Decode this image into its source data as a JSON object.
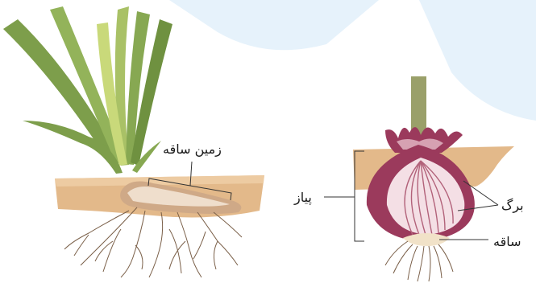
{
  "labels": {
    "rhizome": "زمین ساقه",
    "onion": "پیاز",
    "leaf": "برگ",
    "stem": "ساقه"
  },
  "colors": {
    "background_shape": "#e6f2fb",
    "soil": "#e3b98a",
    "soil_light": "#efcfa8",
    "leaf_green": "#8fae5b",
    "leaf_dark": "#5e7f35",
    "leaf_pale": "#c9d97a",
    "onion_purple": "#9b3a5c",
    "onion_inner": "#f4dfe5",
    "onion_lines": "#b2627a",
    "stem_green": "#9aa06a",
    "root": "#7a5f48",
    "leader_line": "#333333"
  }
}
